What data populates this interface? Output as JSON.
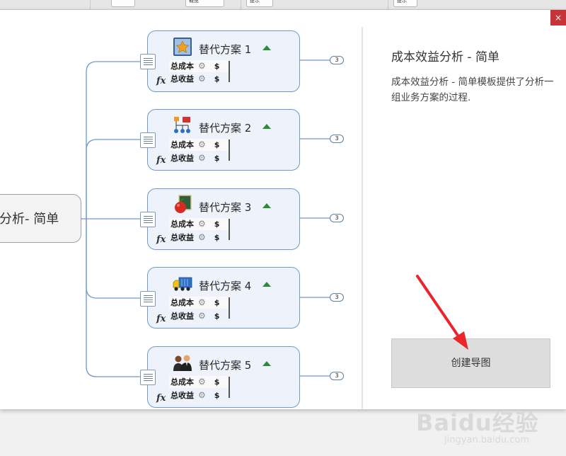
{
  "toolbar": {
    "items": [
      "概览",
      "提示",
      "提示"
    ]
  },
  "dialog": {
    "close_label": "×"
  },
  "map": {
    "central_topic": "分析- 简单",
    "topics": [
      {
        "title": "替代方案 1",
        "icon": "star-image-icon"
      },
      {
        "title": "替代方案 2",
        "icon": "org-chart-icon"
      },
      {
        "title": "替代方案 3",
        "icon": "apple-icon"
      },
      {
        "title": "替代方案 4",
        "icon": "truck-icon"
      },
      {
        "title": "替代方案 5",
        "icon": "people-icon"
      }
    ],
    "row_cost": "总成本",
    "row_benefit": "总收益",
    "currency": "$",
    "formula_label": "fx",
    "badge_value": "3"
  },
  "panel": {
    "title": "成本效益分析 - 简单",
    "description": "成本效益分析 - 简单模板提供了分析一组业务方案的过程.",
    "create_button": "创建导图"
  },
  "watermark": {
    "main": "Baidu经验",
    "sub": "jingyan.baidu.com"
  },
  "colors": {
    "topic_border": "#6f9ac9",
    "topic_fill": "#eef3fb",
    "connector": "#6f9ac9",
    "annotation_arrow": "#e8262b",
    "create_button_bg": "#dddddd"
  }
}
